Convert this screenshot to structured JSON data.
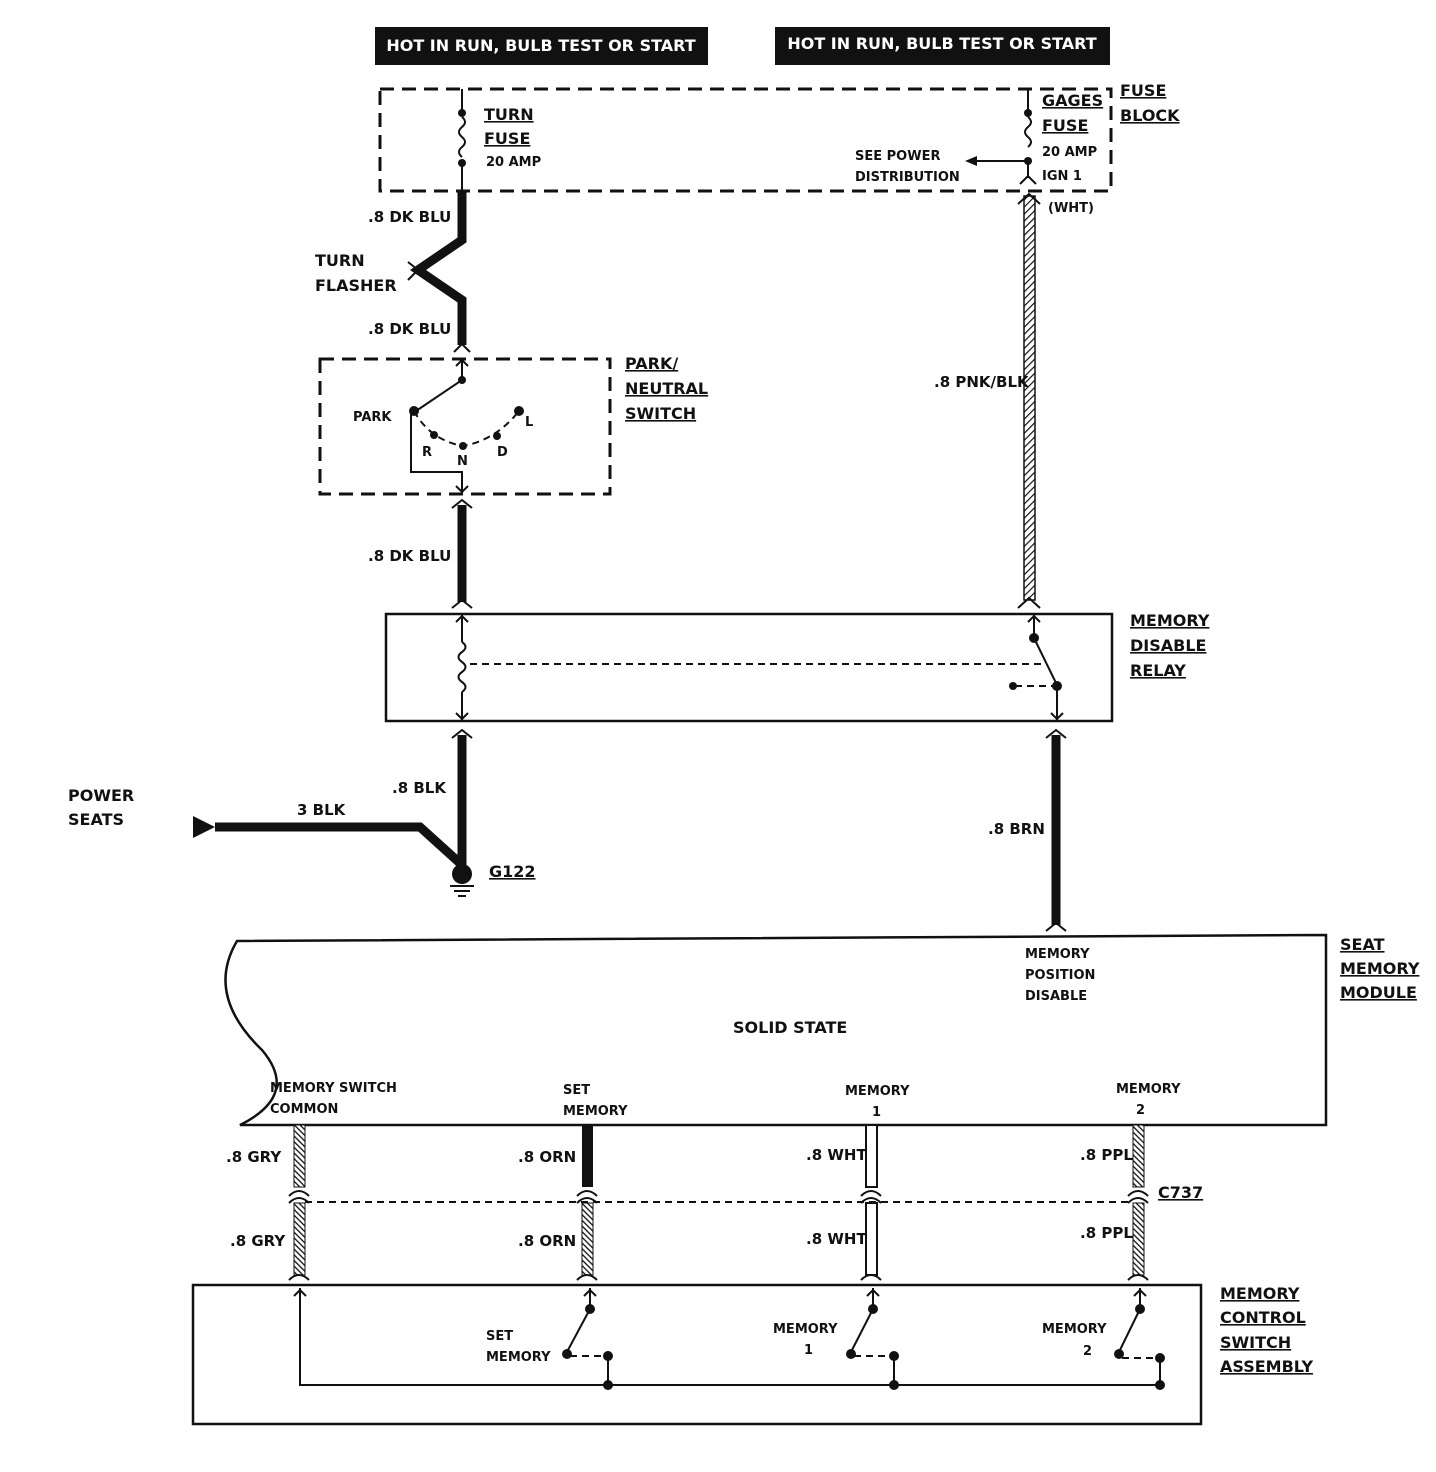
{
  "banners": {
    "left": "HOT IN RUN, BULB TEST OR START",
    "right": "HOT IN RUN, BULB TEST OR START"
  },
  "fuse_block": {
    "label_line1": "FUSE",
    "label_line2": "BLOCK",
    "turn_fuse": {
      "line1": "TURN",
      "line2": "FUSE",
      "rating": "20 AMP"
    },
    "gages_fuse": {
      "line1": "GAGES",
      "line2": "FUSE",
      "rating": "20 AMP",
      "terminal": "IGN 1"
    },
    "see_power_line1": "SEE POWER",
    "see_power_line2": "DISTRIBUTION",
    "wht_tag": "(WHT)"
  },
  "wires": {
    "dk_blu_1": ".8 DK BLU",
    "dk_blu_2": ".8 DK BLU",
    "dk_blu_3": ".8 DK BLU",
    "pnk_blk": ".8 PNK/BLK",
    "blk": ".8 BLK",
    "blk_3": "3 BLK",
    "brn": ".8 BRN",
    "gry_top": ".8 GRY",
    "gry_bot": ".8 GRY",
    "orn_top": ".8 ORN",
    "orn_bot": ".8 ORN",
    "wht_top": ".8 WHT",
    "wht_bot": ".8 WHT",
    "ppl_top": ".8 PPL",
    "ppl_bot": ".8 PPL"
  },
  "turn_flasher": {
    "line1": "TURN",
    "line2": "FLASHER"
  },
  "park_neutral_switch": {
    "line1": "PARK/",
    "line2": "NEUTRAL",
    "line3": "SWITCH",
    "park": "PARK",
    "r": "R",
    "n": "N",
    "d": "D",
    "l": "L"
  },
  "memory_disable_relay": {
    "line1": "MEMORY",
    "line2": "DISABLE",
    "line3": "RELAY"
  },
  "power_seats": {
    "line1": "POWER",
    "line2": "SEATS"
  },
  "ground": "G122",
  "seat_memory_module": {
    "line1": "SEAT",
    "line2": "MEMORY",
    "line3": "MODULE",
    "solid_state": "SOLID STATE",
    "mpd_line1": "MEMORY",
    "mpd_line2": "POSITION",
    "mpd_line3": "DISABLE",
    "msc_line1": "MEMORY SWITCH",
    "msc_line2": "COMMON",
    "set_line1": "SET",
    "set_line2": "MEMORY",
    "m1_line1": "MEMORY",
    "m1_line2": "1",
    "m2_line1": "MEMORY",
    "m2_line2": "2"
  },
  "connector": "C737",
  "memory_control_switch_assembly": {
    "line1": "MEMORY",
    "line2": "CONTROL",
    "line3": "SWITCH",
    "line4": "ASSEMBLY",
    "set_line1": "SET",
    "set_line2": "MEMORY",
    "m1_line1": "MEMORY",
    "m1_line2": "1",
    "m2_line1": "MEMORY",
    "m2_line2": "2"
  }
}
